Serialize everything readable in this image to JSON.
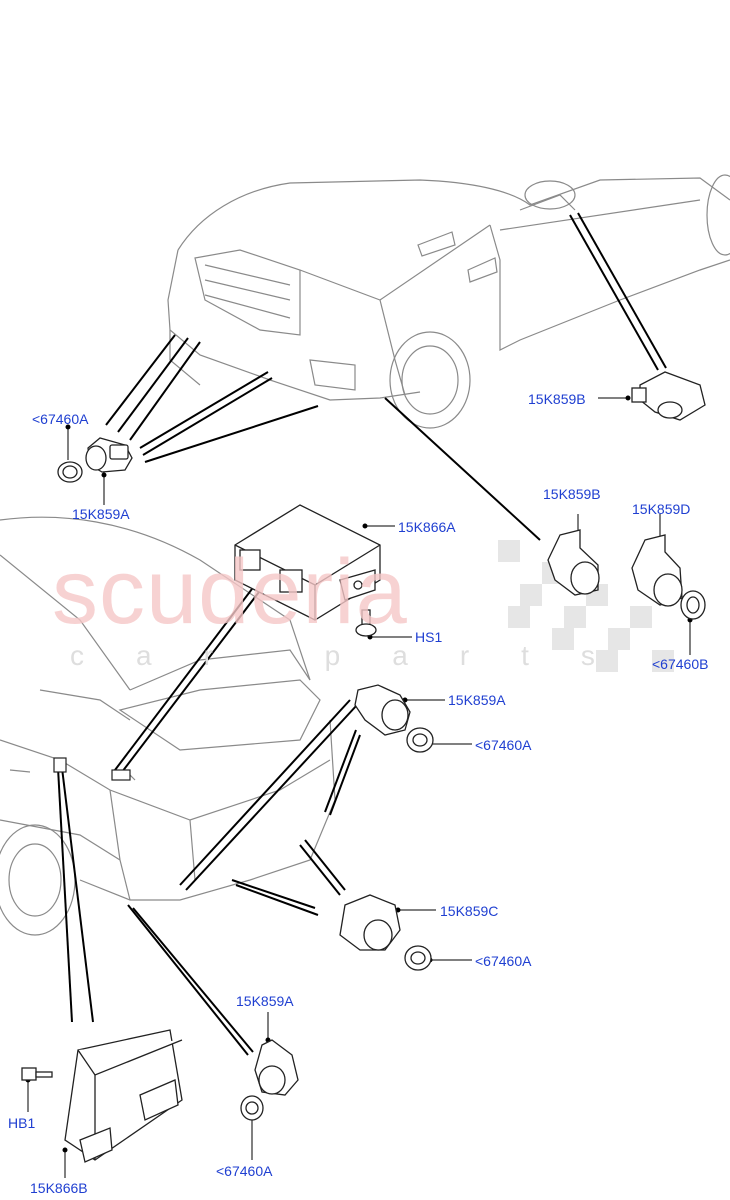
{
  "watermark": {
    "brand": "scuderia",
    "tagline": "car parts"
  },
  "labels": {
    "sensor_front_a_clip": "<67460A",
    "sensor_front_a": "15K859A",
    "sensor_mirror_b": "15K859B",
    "module_front": "15K866A",
    "bolt_hs1": "HS1",
    "sensor_side_b": "15K859B",
    "sensor_side_d": "15K859D",
    "sensor_side_clip_b": "<67460B",
    "sensor_rear_a_upper": "15K859A",
    "sensor_rear_a_upper_clip": "<67460A",
    "sensor_rear_c": "15K859C",
    "sensor_rear_c_clip": "<67460A",
    "sensor_rear_a_lower": "15K859A",
    "sensor_rear_a_lower_clip": "<67460A",
    "bolt_hb1": "HB1",
    "module_rear": "15K866B"
  },
  "colors": {
    "label": "#1f3fd1",
    "line": "#000000",
    "car_outline": "#8a8a8a",
    "watermark_red": "#f6c7c7",
    "watermark_grey": "#dedede"
  }
}
